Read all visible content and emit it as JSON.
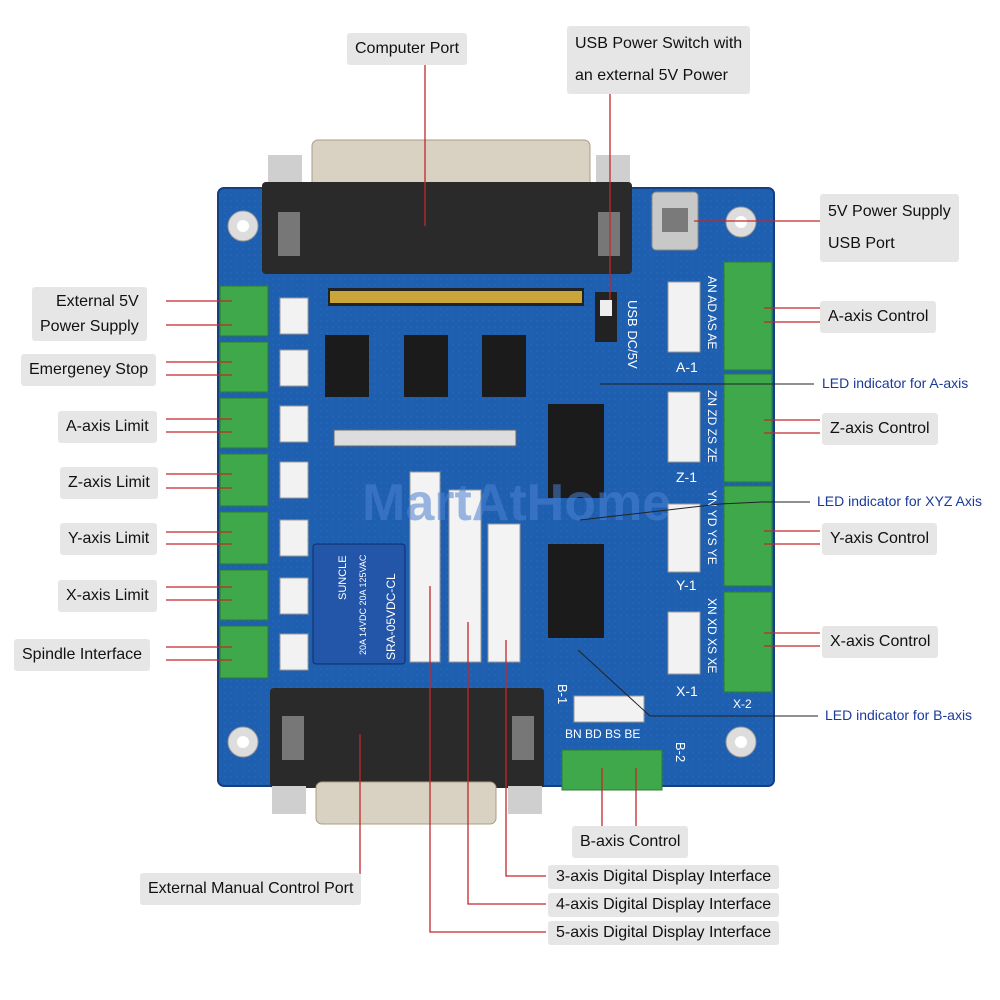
{
  "labels": {
    "computer_port": "Computer Port",
    "usb_switch_l1": "USB Power Switch with",
    "usb_switch_l2": "an external 5V Power",
    "usb_port_l1": "5V Power Supply",
    "usb_port_l2": "USB Port",
    "ext5v_l1": "External 5V",
    "ext5v_l2": "Power Supply",
    "estop": "Emergeney Stop",
    "a_limit": "A-axis Limit",
    "z_limit": "Z-axis Limit",
    "y_limit": "Y-axis Limit",
    "x_limit": "X-axis Limit",
    "spindle": "Spindle Interface",
    "a_control": "A-axis Control",
    "z_control": "Z-axis Control",
    "y_control": "Y-axis Control",
    "x_control": "X-axis Control",
    "b_control": "B-axis Control",
    "led_a": "LED indicator for A-axis",
    "led_xyz": "LED indicator for XYZ Axis",
    "led_b": "LED indicator for B-axis",
    "ext_manual": "External Manual Control Port",
    "disp3": "3-axis Digital Display Interface",
    "disp4": "4-axis Digital Display Interface",
    "disp5": "5-axis Digital Display Interface"
  },
  "board": {
    "silk_a": "A-1",
    "silk_z": "Z-1",
    "silk_y": "Y-1",
    "silk_x": "X-1",
    "silk_x2": "X-2",
    "silk_b1": "B-1",
    "silk_b2": "B-2",
    "silk_usb": "USB  DC/5V",
    "silk_a_pins": "AN AD AS AE",
    "silk_z_pins": "ZN ZD ZS ZE",
    "silk_y_pins": "YN YD YS YE",
    "silk_x_pins": "XN XD XS XE",
    "silk_b_pins": "BN BD BS BE",
    "relay_text": "SRA-05VDC-CL",
    "relay_brand": "SUNCLE",
    "relay_spec": "20A 14VDC 20A 125VAC",
    "watermark": "MartAtHome"
  },
  "colors": {
    "board": "#1f5fb0",
    "leader": "#c0282c",
    "terminal": "#3fa84a",
    "label_bg": "#e6e6e6",
    "led_text": "#1a3a9a"
  }
}
